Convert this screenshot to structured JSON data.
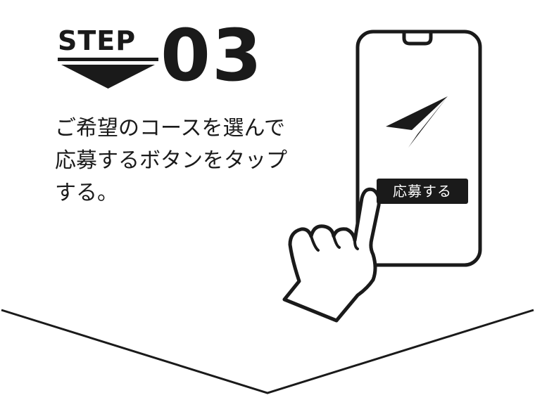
{
  "step": {
    "word": "STEP",
    "number": "03"
  },
  "description": {
    "lines": [
      "ご希望のコースを選んで",
      "応募するボタンをタップ",
      "する。"
    ]
  },
  "phone": {
    "button_label": "応募する"
  },
  "colors": {
    "ink": "#1a1a1a",
    "background": "#ffffff"
  },
  "icons": [
    "down-arrow-icon",
    "smartphone-icon",
    "paper-plane-icon",
    "pointing-hand-icon",
    "chevron-down-icon"
  ]
}
